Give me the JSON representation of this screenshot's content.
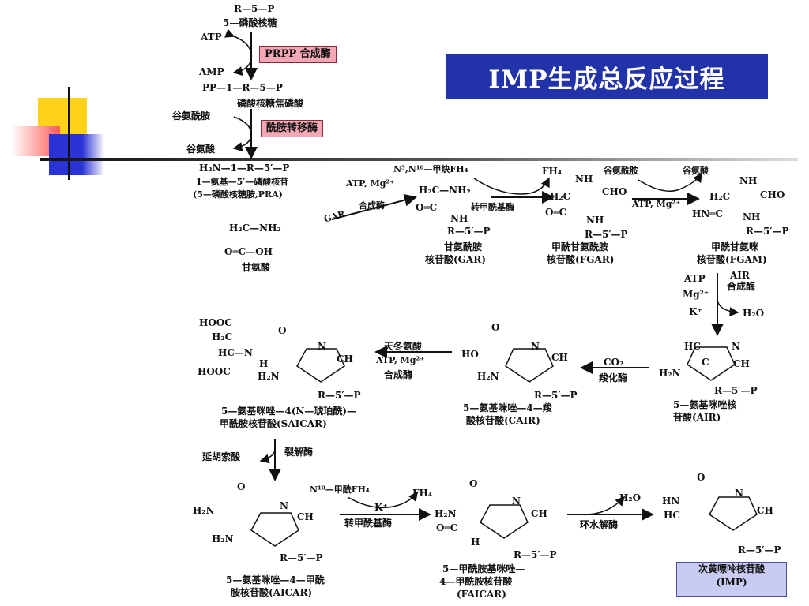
{
  "title": "IMP生成总反应过程",
  "colors": {
    "title_bg": "#2233aa",
    "enzyme_box": "#f4a8b6",
    "imp_box": "#c9ccf2",
    "deco_yellow": "#ffd21a",
    "deco_red": "#ff6a6a",
    "deco_blue": "#2a33d6"
  },
  "top_chain": {
    "r5p": "R—5—P",
    "r5p_name": "5—磷酸核糖",
    "atp": "ATP",
    "amp": "AMP",
    "enzyme1": "PRPP 合成酶",
    "prpp": "PP—1—R—5—P",
    "prpp_name": "磷酸核糖焦磷酸",
    "gln": "谷氨酰胺",
    "glu": "谷氨酸",
    "enzyme2": "酰胺转移酶"
  },
  "row1": {
    "pra_formula": "H₂N—1—R—5′—P",
    "pra_name1": "1—氨基—5′—磷酸核苷",
    "pra_name2": "(5—磷酸核糖胺,PRA)",
    "gly_top": "H₂C—NH₂",
    "gly_mid": "O═C—OH",
    "gly_name": "甘氨酸",
    "atp_mg": "ATP, Mg²⁺",
    "gar_enzyme_a": "GAR",
    "gar_enzyme_b": "合成酶",
    "n5n10": "N⁵,N¹⁰—甲炔FH₄",
    "fh4": "FH₄",
    "enzyme_formyl": "转甲酰基酶",
    "gar_struct_1": "H₂C—NH₂",
    "gar_struct_2": "O═C",
    "gar_struct_3": "NH",
    "gar_struct_4": "R—5′—P",
    "gar_name1": "甘氨酰胺",
    "gar_name2": "核苷酸(GAR)",
    "fgar_nh": "NH",
    "fgar_cho": "CHO",
    "fgar_h2c": "H₂C",
    "fgar_oc": "O═C",
    "fgar_nh2": "NH",
    "fgar_r": "R—5′—P",
    "fgar_name1": "甲酰甘氨酰胺",
    "fgar_name2": "核苷酸(FGAR)",
    "gln2": "谷氨酰胺",
    "glu2": "谷氨酸",
    "atp_mg2": "ATP, Mg²⁺",
    "fgam_nh": "NH",
    "fgam_cho": "CHO",
    "fgam_h2c": "H₂C",
    "fgam_hn": "HN═C",
    "fgam_nh2": "NH",
    "fgam_r": "R—5′—P",
    "fgam_name1": "甲酰甘氨咪",
    "fgam_name2": "核苷酸(FGAM)"
  },
  "air_step": {
    "atp": "ATP",
    "mg": "Mg²⁺",
    "k": "K⁺",
    "air_enz1": "AIR",
    "air_enz2": "合成酶",
    "h2o": "H₂O"
  },
  "row2": {
    "air_hc": "HC",
    "air_n": "N",
    "air_h2n": "H₂N",
    "air_c": "C",
    "air_ch": "CH",
    "air_r": "R—5′—P",
    "air_name1": "5—氨基咪唑核",
    "air_name2": "苷酸(AIR)",
    "co2": "CO₂",
    "carboxylase": "羧化酶",
    "cair_o": "O",
    "cair_ho": "HO",
    "cair_h2n": "H₂N",
    "cair_n": "N",
    "cair_ch": "CH",
    "cair_r": "R—5′—P",
    "cair_name1": "5—氨基咪唑—4—羧",
    "cair_name2": "酸核苷酸(CAIR)",
    "asp": "天冬氨酸",
    "atp_mg3": "ATP, Mg²⁺",
    "synth": "合成酶",
    "saicar_hooc1": "HOOC",
    "saicar_h2c": "H₂C",
    "saicar_hc": "HC—N",
    "saicar_h": "H",
    "saicar_hooc2": "HOOC",
    "saicar_o": "O",
    "saicar_h2n": "H₂N",
    "saicar_n": "N",
    "saicar_ch": "CH",
    "saicar_r": "R—5′—P",
    "saicar_name1": "5—氨基咪唑—4(N—琥珀酰)—",
    "saicar_name2": "甲酰胺核苷酸(SAICAR)"
  },
  "lyase_step": {
    "fumarate": "延胡索酸",
    "lyase": "裂解酶"
  },
  "row3": {
    "aicar_o": "O",
    "aicar_h2n_top": "H₂N",
    "aicar_h2n_bot": "H₂N",
    "aicar_n": "N",
    "aicar_ch": "CH",
    "aicar_r": "R—5′—P",
    "aicar_name1": "5—氨基咪唑—4—甲酰",
    "aicar_name2": "胺核苷酸(AICAR)",
    "n10": "N¹⁰—甲酰FH₄",
    "fh4b": "FH₄",
    "k2": "K⁺",
    "transformylase": "转甲酰基酶",
    "faicar_o": "O",
    "faicar_h2n": "H₂N",
    "faicar_oc": "O═C",
    "faicar_h": "H",
    "faicar_n": "N",
    "faicar_ch": "CH",
    "faicar_r": "R—5′—P",
    "faicar_name1": "5—甲酰胺基咪唑—",
    "faicar_name2": "4—甲酰胺核苷酸",
    "faicar_name3": "(FAICAR)",
    "h2o2": "H₂O",
    "cyclohydrolase": "环水解酶",
    "imp_o": "O",
    "imp_hn": "HN",
    "imp_hc": "HC",
    "imp_n": "N",
    "imp_ch": "CH",
    "imp_r": "R—5′—P",
    "imp_name1": "次黄嘌呤核苷酸",
    "imp_name2": "(IMP)"
  }
}
